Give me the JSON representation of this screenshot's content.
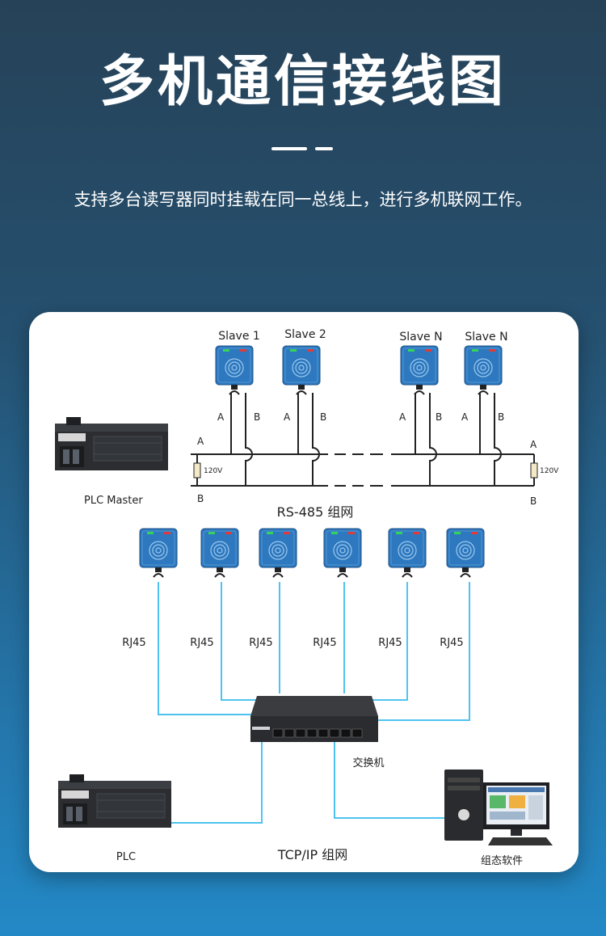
{
  "header": {
    "title": "多机通信接线图",
    "subtitle": "支持多台读写器同时挂载在同一总线上，进行多机联网工作。"
  },
  "rs485": {
    "slaves": [
      "Slave 1",
      "Slave 2",
      "Slave N",
      "Slave N"
    ],
    "line_a": "A",
    "line_b": "B",
    "resistor": "120V",
    "plc_label": "PLC  Master",
    "network_label": "RS-485 组网"
  },
  "tcpip": {
    "port_label": "RJ45",
    "switch_label": "交换机",
    "plc_label": "PLC",
    "software_label": "组态软件",
    "network_label": "TCP/IP 组网"
  },
  "colors": {
    "reader_blue": "#2d78be",
    "cable_cyan": "#4fc3f0",
    "wire_dark": "#222222"
  }
}
